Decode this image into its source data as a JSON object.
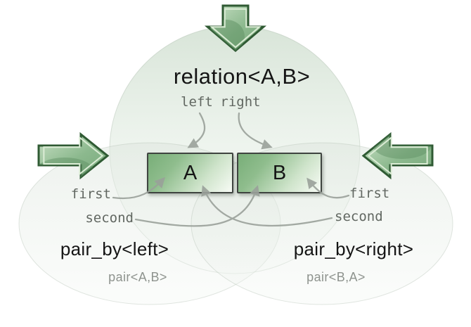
{
  "diagram": {
    "title": "relation<A,B>",
    "member_labels": {
      "left": "left",
      "right": "right"
    },
    "boxes": {
      "a": "A",
      "b": "B"
    },
    "left_group": {
      "first": "first",
      "second": "second",
      "name": "pair_by<left>",
      "alias": "pair<A,B>"
    },
    "right_group": {
      "first": "first",
      "second": "second",
      "name": "pair_by<right>",
      "alias": "pair<B,A>"
    }
  },
  "icons": {
    "top": "arrow-down-icon",
    "left": "arrow-right-icon",
    "right": "arrow-left-icon"
  },
  "colors": {
    "ink": "#151515",
    "mono": "#616761",
    "muted": "#8e938e",
    "connector": "#9aa19a",
    "arrow-border": "#2f5a33",
    "arrow-light": "#c9e0c5",
    "arrow-mid": "#8cb98e",
    "arrow-deep": "#5d8f62",
    "arrow-hilite": "#dbecd5",
    "box-border": "#3f4440",
    "box-green": "#78ae78",
    "circle-tint": "#e9f1e9"
  }
}
